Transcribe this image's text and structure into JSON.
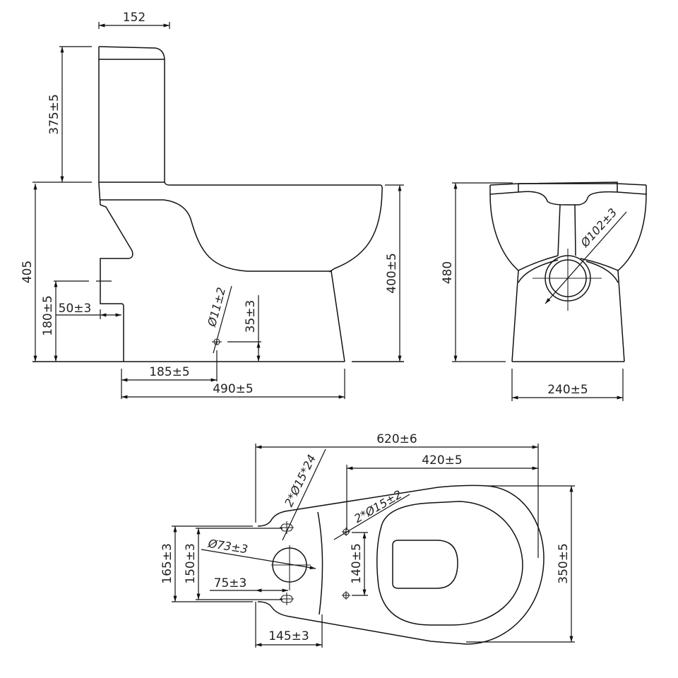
{
  "drawing": {
    "type": "technical-dimension-drawing",
    "subject": "close-coupled toilet",
    "units": "mm",
    "views": [
      "side-elevation",
      "back-elevation",
      "top-plan"
    ]
  },
  "side_view": {
    "cistern_depth": "152",
    "cistern_height": "375±5",
    "total_height": "405",
    "outlet_height": "180±5",
    "outlet_projection": "50±3",
    "fixing_hole_diameter": "Ø11±2",
    "fixing_hole_height": "35±3",
    "bowl_height": "400±5",
    "fixing_hole_distance": "185±5",
    "overall_length": "490±5"
  },
  "back_view": {
    "total_height": "480",
    "outlet_diameter": "Ø102±3",
    "base_width": "240±5"
  },
  "top_view": {
    "overall_length": "620±6",
    "seat_fix_to_front": "420±5",
    "cistern_hole_spec": "2*Ø15*24",
    "seat_hole_spec": "2*Ø15±2",
    "width_outer": "165±3",
    "cistern_hole_spacing": "150±3",
    "flush_hole_diameter": "Ø73±3",
    "flush_hole_offset": "75±3",
    "seat_hole_spacing": "140±5",
    "overall_width": "350±5",
    "cistern_plate_length": "145±3"
  }
}
